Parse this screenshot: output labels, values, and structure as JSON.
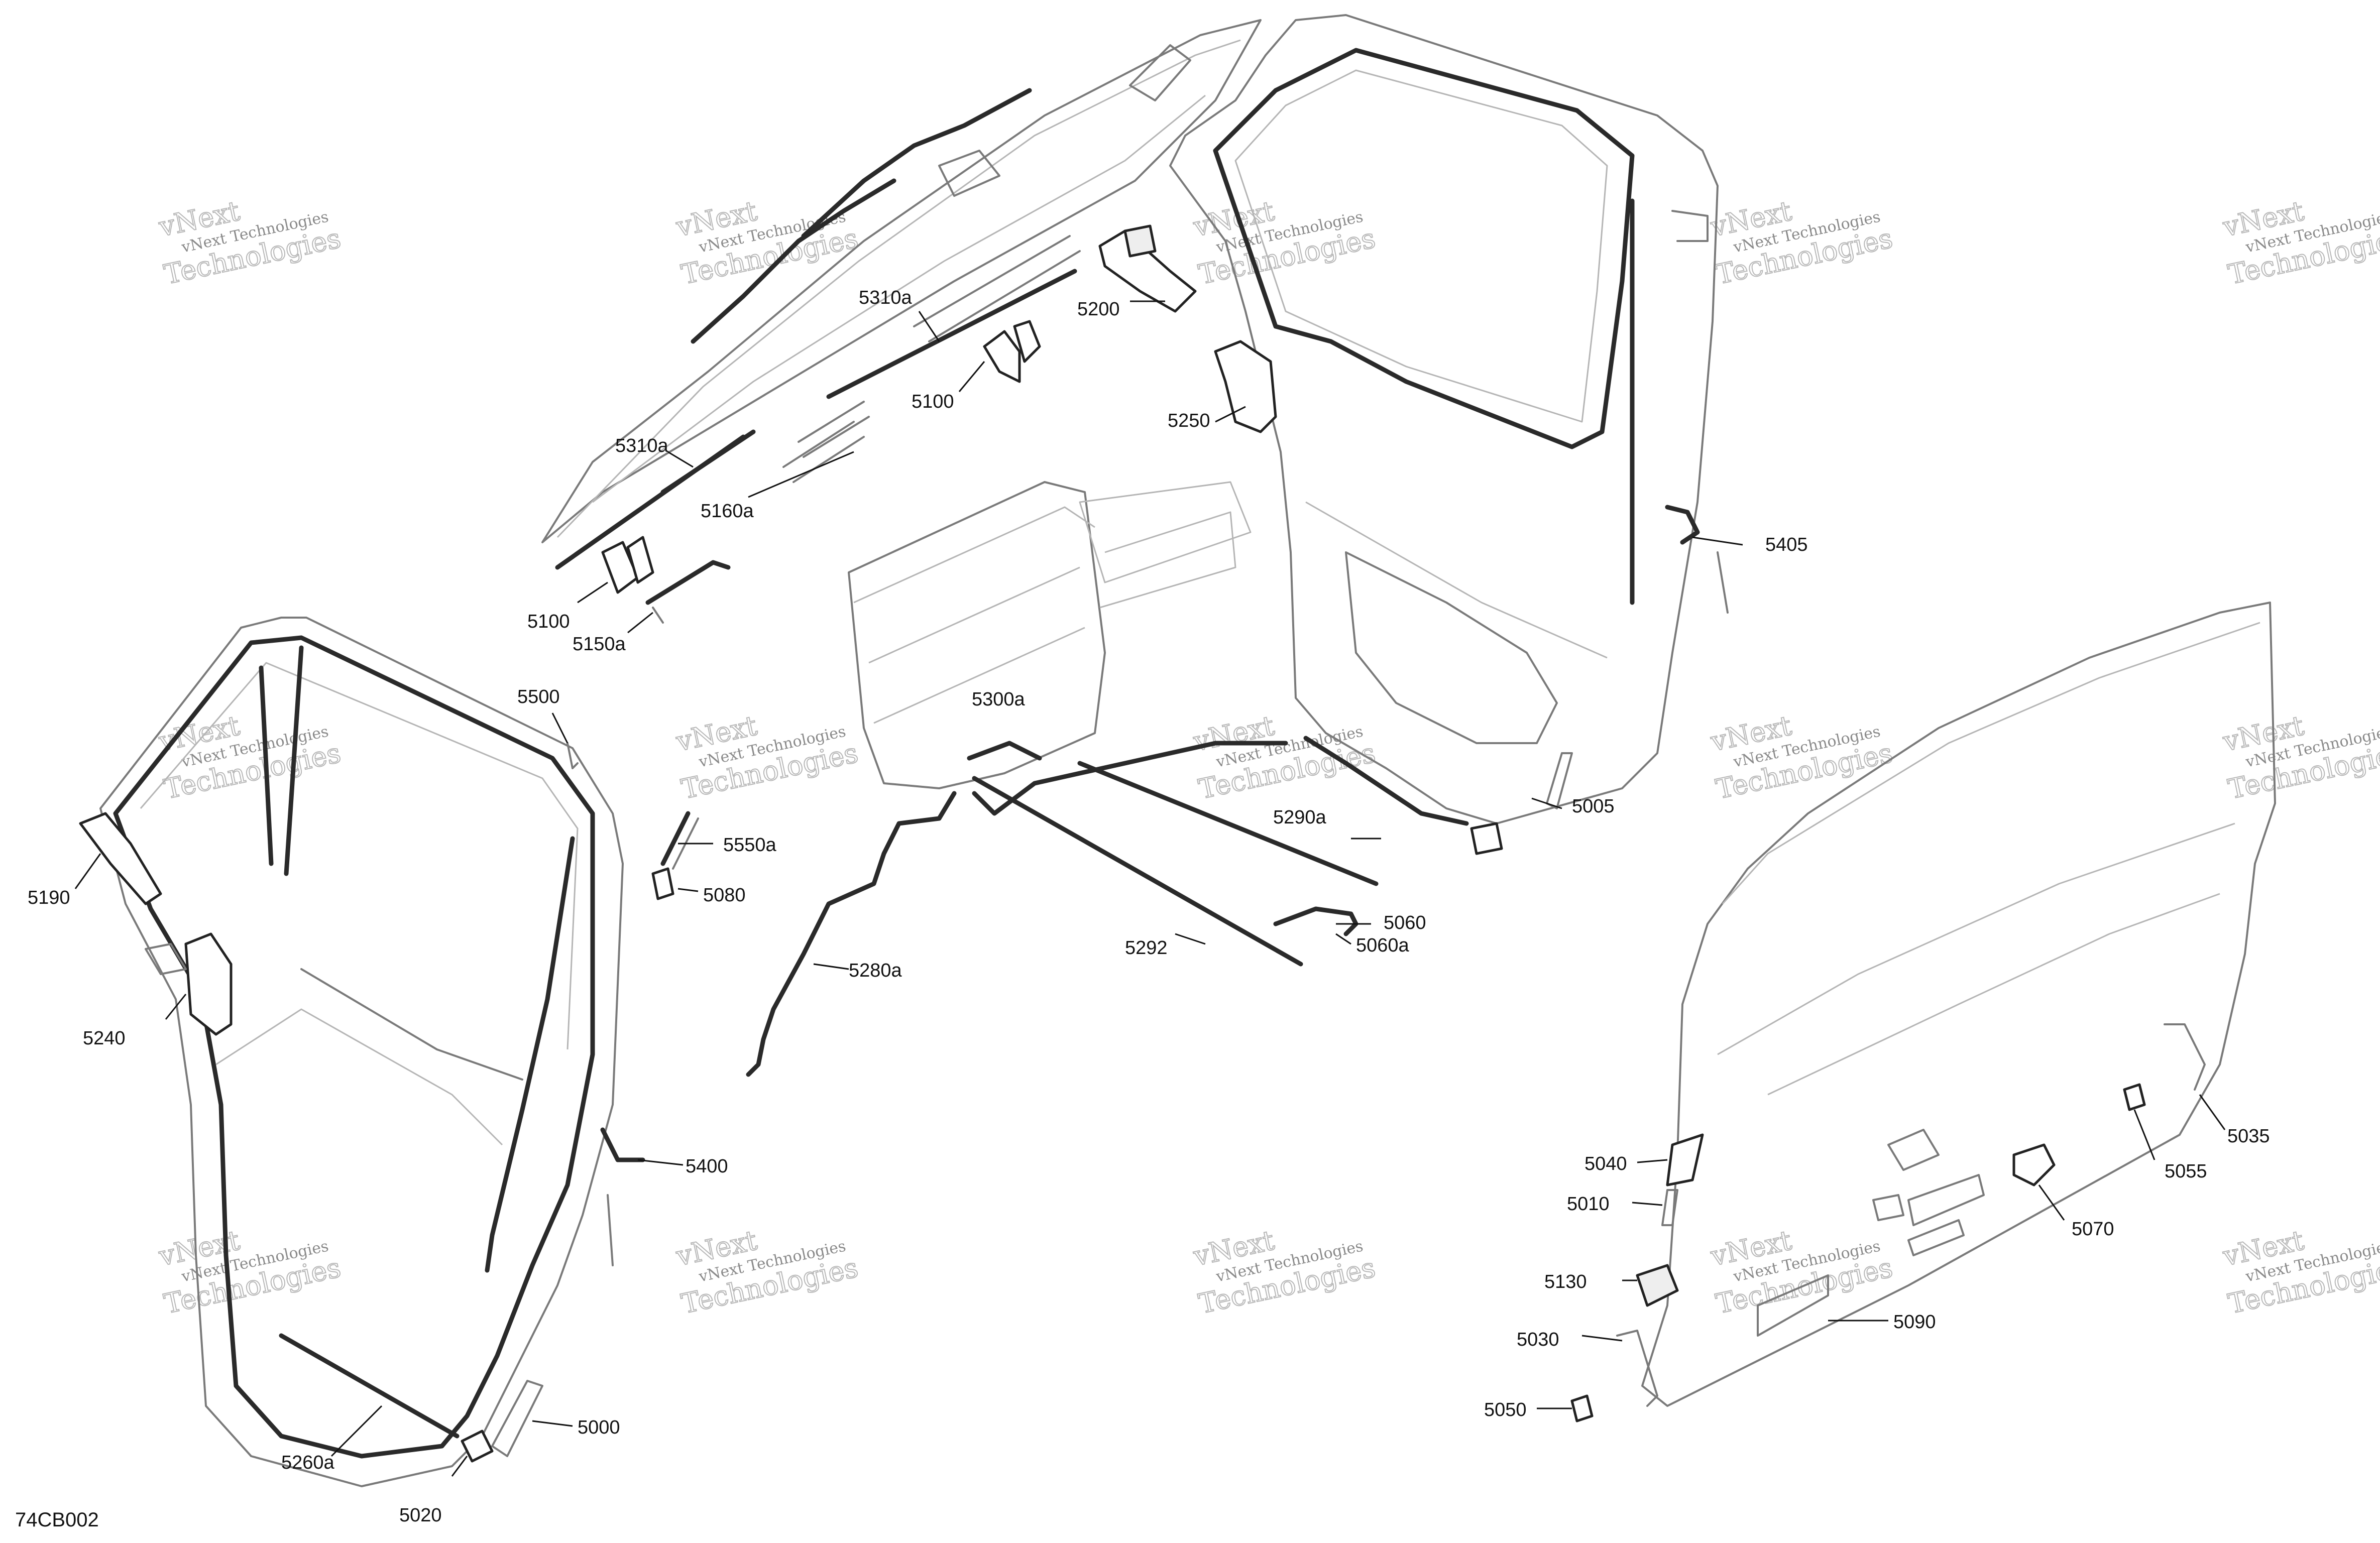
{
  "diagram_id": "74CB002",
  "watermark": {
    "line1": "vNext Technologies",
    "line2": "vNext",
    "line3": "Technologies"
  },
  "callouts": [
    {
      "id": "c5310a-top",
      "label": "5310a"
    },
    {
      "id": "c5200",
      "label": "5200"
    },
    {
      "id": "c5100-top",
      "label": "5100"
    },
    {
      "id": "c5250",
      "label": "5250"
    },
    {
      "id": "c5310a-mid",
      "label": "5310a"
    },
    {
      "id": "c5160a",
      "label": "5160a"
    },
    {
      "id": "c5405",
      "label": "5405"
    },
    {
      "id": "c5100-low",
      "label": "5100"
    },
    {
      "id": "c5150a",
      "label": "5150a"
    },
    {
      "id": "c5500",
      "label": "5500"
    },
    {
      "id": "c5300a",
      "label": "5300a"
    },
    {
      "id": "c5005",
      "label": "5005"
    },
    {
      "id": "c5550a",
      "label": "5550a"
    },
    {
      "id": "c5080",
      "label": "5080"
    },
    {
      "id": "c5190",
      "label": "5190"
    },
    {
      "id": "c5290a",
      "label": "5290a"
    },
    {
      "id": "c5060",
      "label": "5060"
    },
    {
      "id": "c5060a",
      "label": "5060a"
    },
    {
      "id": "c5292",
      "label": "5292"
    },
    {
      "id": "c5280a",
      "label": "5280a"
    },
    {
      "id": "c5240",
      "label": "5240"
    },
    {
      "id": "c5035",
      "label": "5035"
    },
    {
      "id": "c5040",
      "label": "5040"
    },
    {
      "id": "c5055",
      "label": "5055"
    },
    {
      "id": "c5400",
      "label": "5400"
    },
    {
      "id": "c5010",
      "label": "5010"
    },
    {
      "id": "c5070",
      "label": "5070"
    },
    {
      "id": "c5130",
      "label": "5130"
    },
    {
      "id": "c5090",
      "label": "5090"
    },
    {
      "id": "c5030",
      "label": "5030"
    },
    {
      "id": "c5000",
      "label": "5000"
    },
    {
      "id": "c5050",
      "label": "5050"
    },
    {
      "id": "c5260a",
      "label": "5260a"
    },
    {
      "id": "c5020",
      "label": "5020"
    }
  ]
}
